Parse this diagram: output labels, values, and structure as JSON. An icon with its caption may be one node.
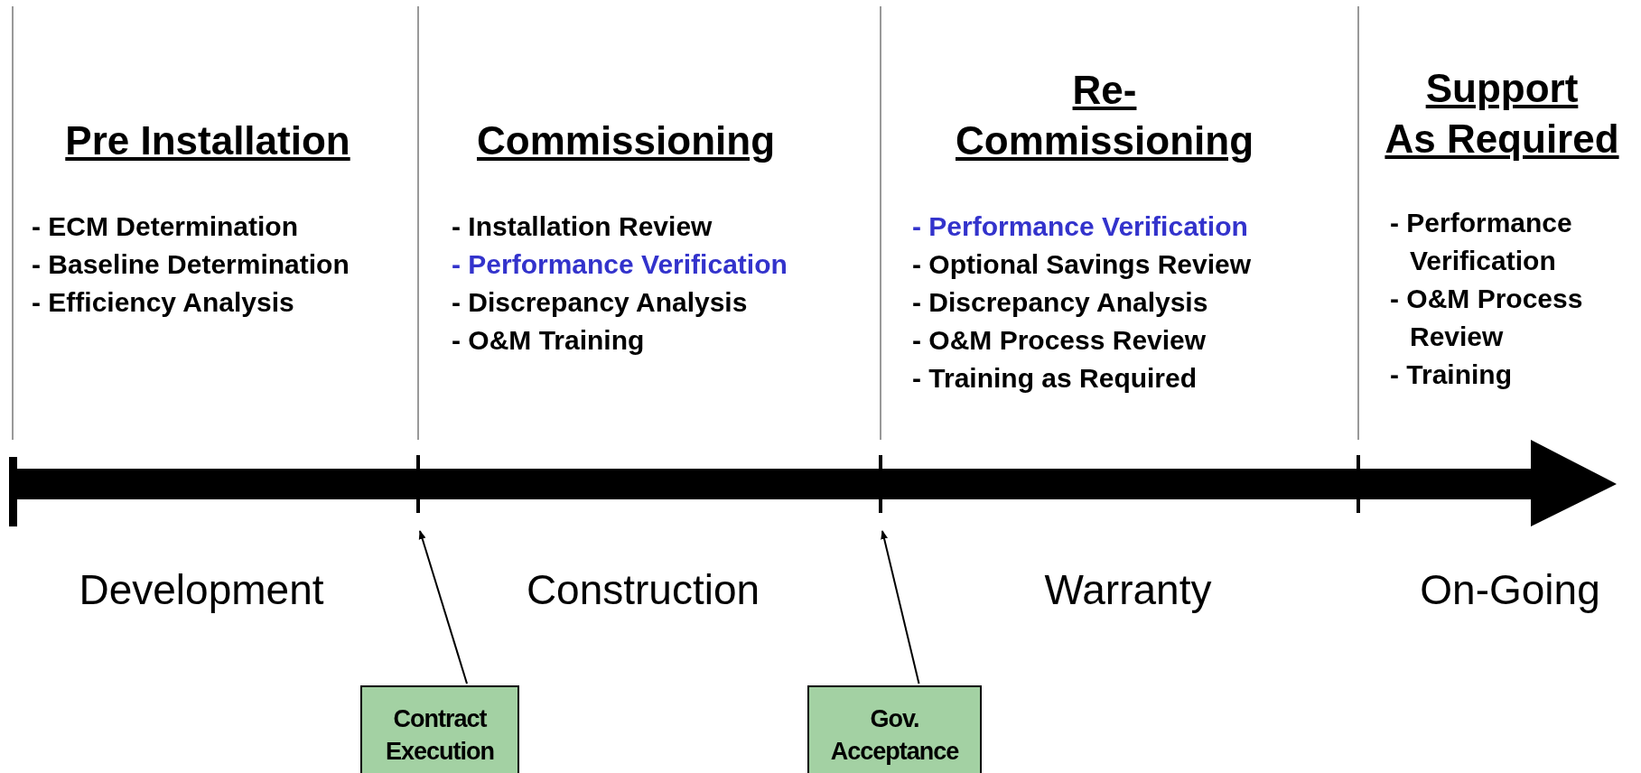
{
  "diagram": {
    "nodes": [
      {
        "text": [
          "Contract Execution"
        ]
      },
      {
        "text": [
          "Gov. Acceptance"
        ]
      }
    ],
    "edges": [
      {
        "from": 0,
        "to": null,
        "arrow": "to"
      },
      {
        "from": 1,
        "to": null,
        "arrow": "to"
      }
    ],
    "labels": [
      "Pre Installation",
      "- ECM Determination",
      "- Baseline Determination",
      "- Efficiency Analysis",
      "Commissioning",
      "- Installation Review",
      "- Performance Verification",
      "- Discrepancy Analysis",
      "- O&M Training",
      "Re-Commissioning",
      "- Performance Verification",
      "- Optional Savings Review",
      "- Discrepancy Analysis",
      "- O&M Process Review",
      "- Training as Required",
      "Support As Required",
      "- Performance Verification",
      "- O&M Process Review",
      "- Training",
      "Development",
      "Construction",
      "Warranty",
      "On-Going"
    ]
  }
}
